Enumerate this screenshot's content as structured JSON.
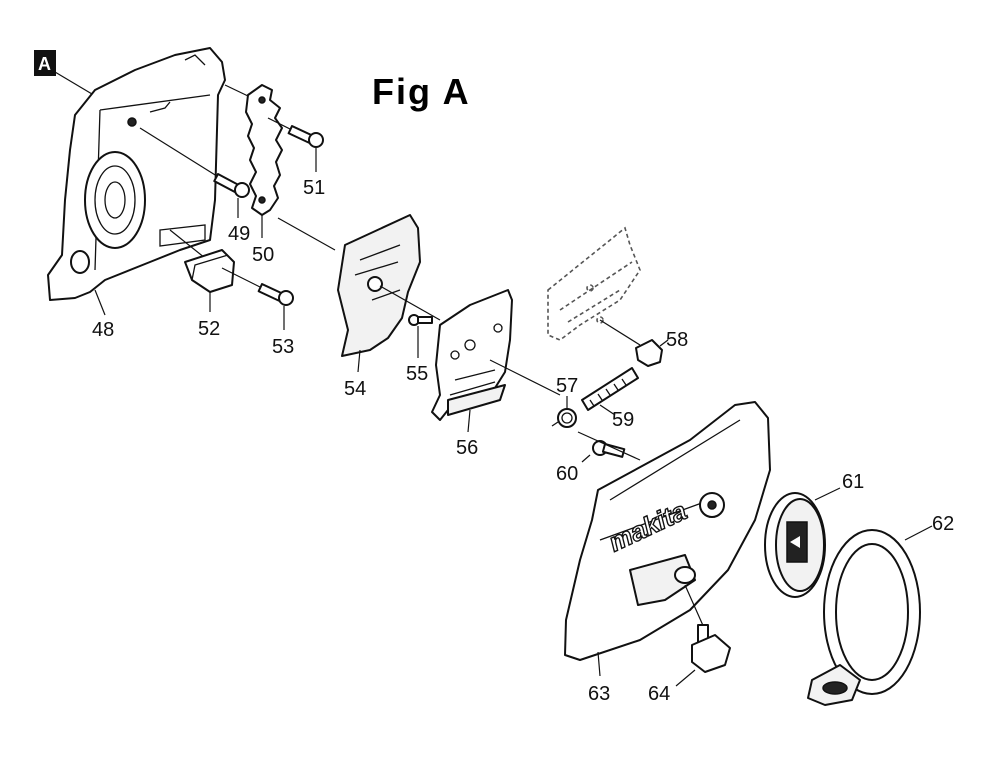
{
  "figure": {
    "title": "Fig A",
    "reference_badge": "A",
    "brand_text": "makita"
  },
  "callouts": {
    "c48": "48",
    "c49": "49",
    "c50": "50",
    "c51": "51",
    "c52": "52",
    "c53": "53",
    "c54": "54",
    "c55": "55",
    "c56": "56",
    "c57": "57",
    "c58": "58",
    "c59": "59",
    "c60": "60",
    "c61": "61",
    "c62": "62",
    "c63": "63",
    "c64": "64"
  }
}
